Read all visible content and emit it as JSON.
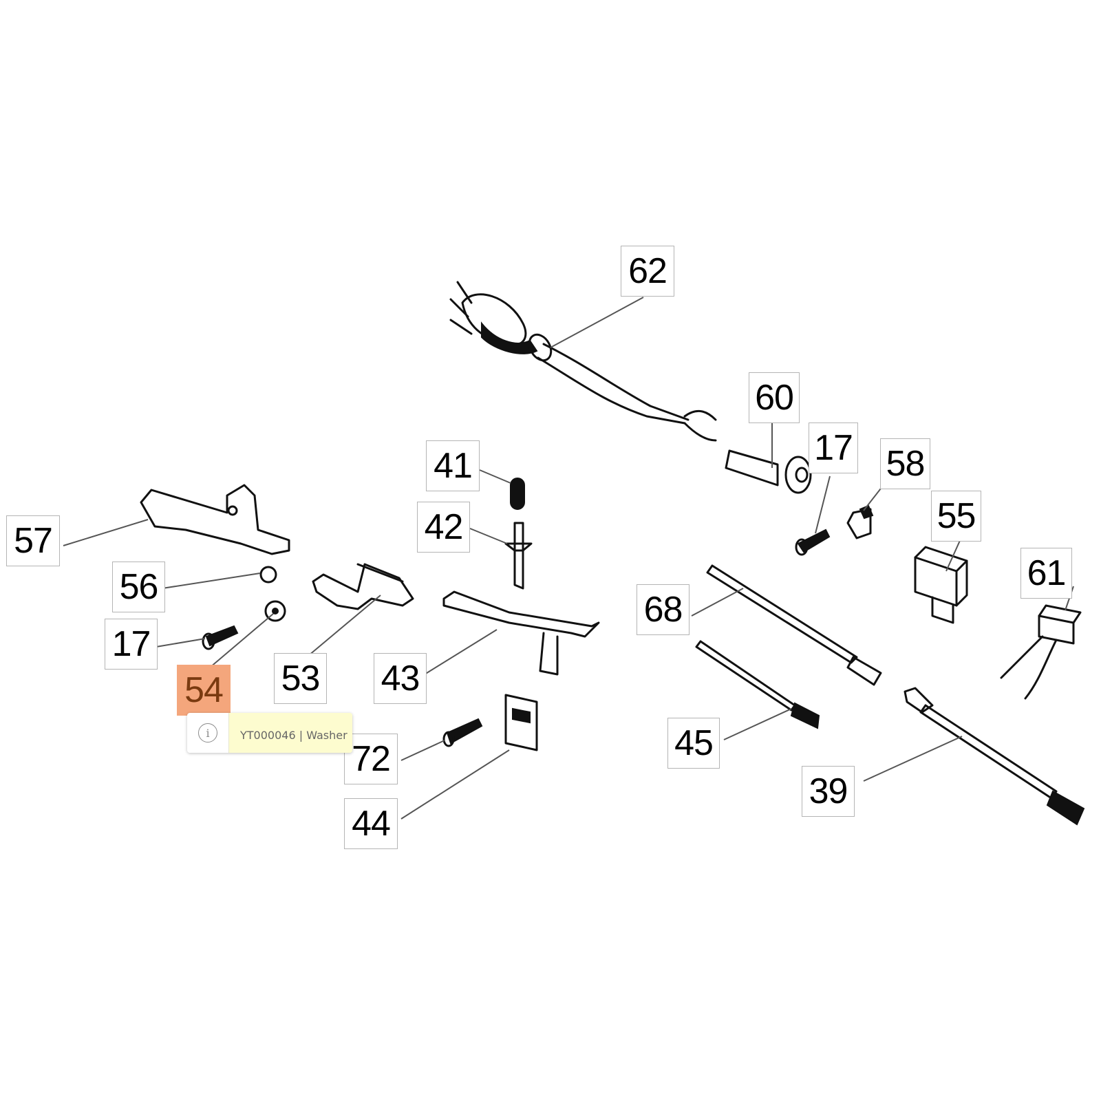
{
  "diagram": {
    "type": "exploded-parts-view",
    "callouts": [
      {
        "id": "c62",
        "label": "62"
      },
      {
        "id": "c60",
        "label": "60"
      },
      {
        "id": "c17a",
        "label": "17"
      },
      {
        "id": "c58",
        "label": "58"
      },
      {
        "id": "c55",
        "label": "55"
      },
      {
        "id": "c61",
        "label": "61"
      },
      {
        "id": "c41",
        "label": "41"
      },
      {
        "id": "c42",
        "label": "42"
      },
      {
        "id": "c57",
        "label": "57"
      },
      {
        "id": "c56",
        "label": "56"
      },
      {
        "id": "c17b",
        "label": "17"
      },
      {
        "id": "c54",
        "label": "54",
        "selected": true
      },
      {
        "id": "c53",
        "label": "53"
      },
      {
        "id": "c43",
        "label": "43"
      },
      {
        "id": "c68",
        "label": "68"
      },
      {
        "id": "c45",
        "label": "45"
      },
      {
        "id": "c72",
        "label": "72"
      },
      {
        "id": "c44",
        "label": "44"
      },
      {
        "id": "c39",
        "label": "39"
      }
    ],
    "tooltip": {
      "icon": "info-icon",
      "icon_glyph": "i",
      "text": "YT000046 | Washer"
    },
    "colors": {
      "selected_fill": "#f4a67c",
      "selected_text": "#7a3a10",
      "tooltip_bg": "#fdfccf",
      "callout_border": "#b4b4b4"
    }
  }
}
